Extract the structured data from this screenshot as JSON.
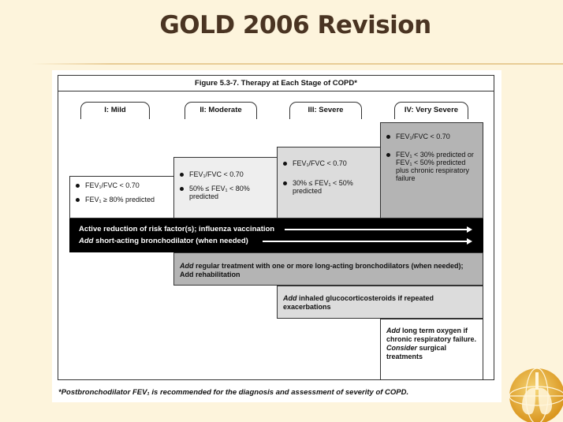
{
  "slide": {
    "title": "GOLD 2006 Revision"
  },
  "figure": {
    "caption": "Figure 5.3-7.  Therapy at Each Stage of COPD*",
    "stages": [
      {
        "label": "I: Mild",
        "criteria": [
          "FEV₁/FVC < 0.70",
          "FEV₁ ≥ 80% predicted"
        ]
      },
      {
        "label": "II: Moderate",
        "criteria": [
          "FEV₁/FVC < 0.70",
          "50% ≤ FEV₁ < 80% predicted"
        ]
      },
      {
        "label": "III: Severe",
        "criteria": [
          "FEV₁/FVC < 0.70",
          "30% ≤ FEV₁ < 50% predicted"
        ]
      },
      {
        "label": "IV: Very Severe",
        "criteria": [
          "FEV₁/FVC < 0.70",
          "FEV₁ < 30% predicted or FEV₁ < 50% predicted plus chronic respiratory failure"
        ]
      }
    ],
    "band": {
      "line1": "Active reduction of risk factor(s); influenza vaccination",
      "line2_em": "Add",
      "line2_rest": " short-acting bronchodilator (when needed)"
    },
    "treatments": [
      {
        "em": "Add",
        "rest": " regular treatment with one or more long-acting bronchodilators (when needed); Add rehabilitation"
      },
      {
        "em": "Add",
        "rest": " inhaled glucocorticosteroids if repeated exacerbations"
      },
      {
        "em": "Add",
        "rest": " long term oxygen if chronic respiratory failure.",
        "em2": "Consider",
        "rest2": " surgical treatments"
      }
    ],
    "footnote": "*Postbronchodilator FEV₁ is recommended for the diagnosis and assessment of severity of COPD."
  },
  "colors": {
    "background": "#fdf4dc",
    "title": "#4a3422",
    "band": "#000000",
    "stage1_fill": "#ffffff",
    "stage2_fill": "#eeeeee",
    "stage3_fill": "#dcdcdc",
    "stage4_fill": "#b4b4b4",
    "logo_gold": "#e2a82a"
  },
  "icons": {
    "logo": "gold-globe-lungs-logo"
  }
}
